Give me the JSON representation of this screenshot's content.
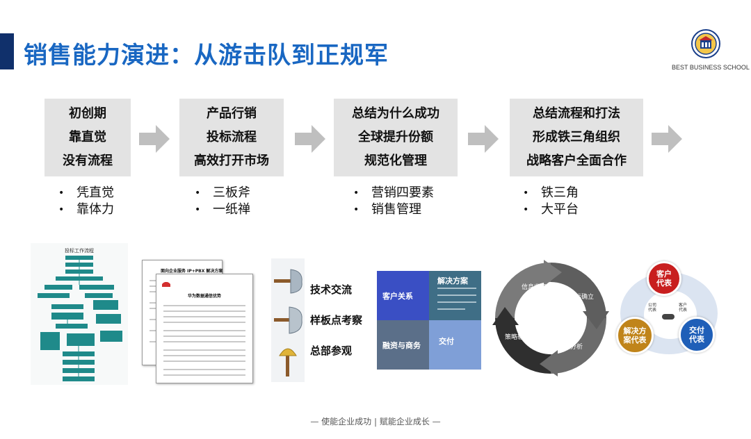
{
  "header": {
    "title": "销售能力演进：从游击队到正规军",
    "logo_text": "BEST BUSINESS SCHOOL"
  },
  "stages": [
    {
      "lines": [
        "初创期",
        "靠直觉",
        "没有流程"
      ],
      "bullets": [
        "凭直觉",
        "靠体力"
      ]
    },
    {
      "lines": [
        "产品行销",
        "投标流程",
        "高效打开市场"
      ],
      "bullets": [
        "三板斧",
        "一纸禅"
      ]
    },
    {
      "lines": [
        "总结为什么成功",
        "全球提升份额",
        "规范化管理"
      ],
      "bullets": [
        "营销四要素",
        "销售管理"
      ]
    },
    {
      "lines": [
        "总结流程和打法",
        "形成铁三角组织",
        "战略客户全面合作"
      ],
      "bullets": [
        "铁三角",
        "大平台"
      ]
    }
  ],
  "flowchart": {
    "title": "投标工作流程"
  },
  "document": {
    "title": "面向企业服务 IP+PBX 解决方案",
    "subtitle": "华为数据通信优势"
  },
  "axes": {
    "items": [
      "技术交流",
      "样板点考察",
      "总部参观"
    ]
  },
  "puzzle": {
    "customer": "客户关系",
    "solution": "解决方案",
    "finance": "融资与商务",
    "delivery": "交付"
  },
  "cycle": {
    "items": [
      "信息收集",
      "目标确立",
      "要素分析",
      "策略输出"
    ]
  },
  "triangle": {
    "customer_rep": "客户\n代表",
    "solution_rep": "解决方\n案代表",
    "delivery_rep": "交付\n代表",
    "inner_left": "公司代表",
    "inner_right": "客户代表"
  },
  "footer": {
    "text": "— 使能企业成功 | 赋能企业成长 —"
  },
  "colors": {
    "title": "#1967c2",
    "accent_bar": "#10306b",
    "stage_bg": "#e3e3e3",
    "arrow": "#bfbfbf"
  }
}
